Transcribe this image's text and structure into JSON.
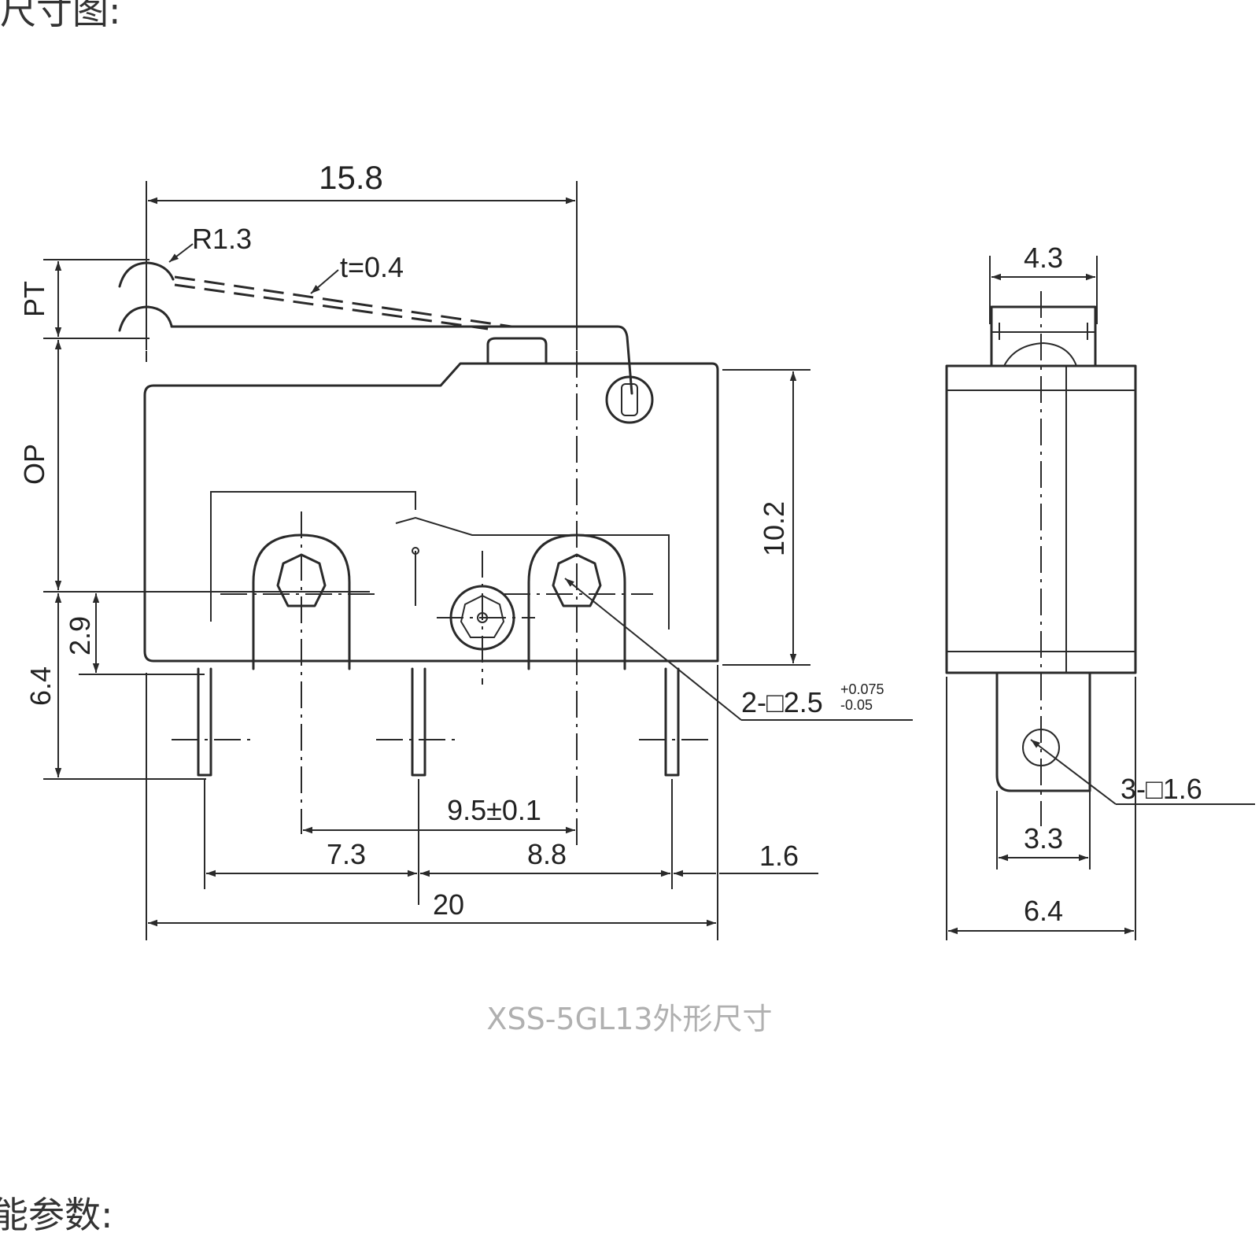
{
  "headings": {
    "top": "尺寸图:",
    "bottom": "能参数:"
  },
  "caption": "XSS-5GL13外形尺寸",
  "front_view": {
    "dim_15_8": "15.8",
    "dim_r1_3": "R1.3",
    "dim_t0_4": "t=0.4",
    "label_pt": "PT",
    "label_op": "OP",
    "dim_10_2": "10.2",
    "dim_2_9": "2.9",
    "dim_6_4_left": "6.4",
    "hole_main": "2-□2.5",
    "hole_tol_plus": "+0.075",
    "hole_tol_minus": "-0.05",
    "dim_9_5": "9.5±0.1",
    "dim_7_3": "7.3",
    "dim_8_8": "8.8",
    "dim_1_6": "1.6",
    "dim_20": "20"
  },
  "side_view": {
    "dim_4_3": "4.3",
    "hole_label": "3-□1.6",
    "dim_3_3": "3.3",
    "dim_6_4": "6.4"
  }
}
